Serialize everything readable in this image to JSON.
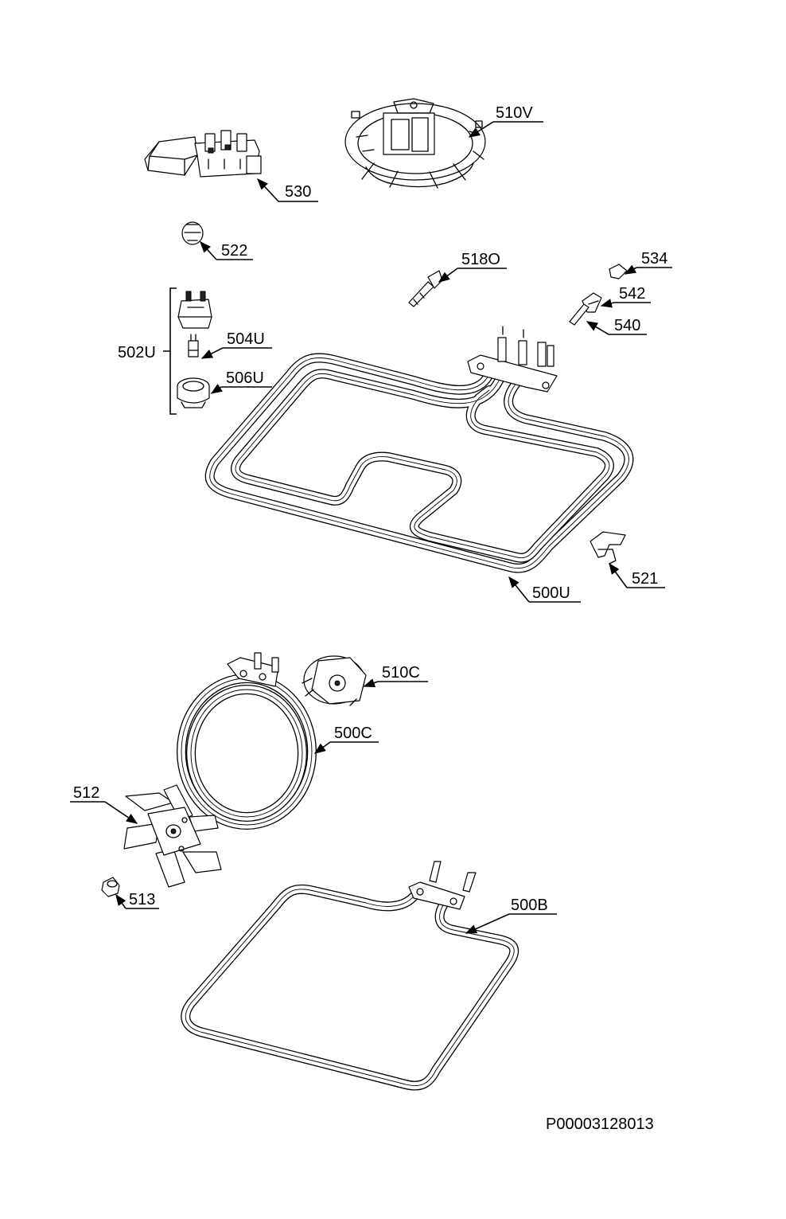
{
  "document_code": "P00003128013",
  "parts": {
    "p510V": "510V",
    "p530": "530",
    "p522": "522",
    "p518O": "518O",
    "p534": "534",
    "p542": "542",
    "p540": "540",
    "p502U": "502U",
    "p504U": "504U",
    "p506U": "506U",
    "p521": "521",
    "p500U": "500U",
    "p510C": "510C",
    "p500C": "500C",
    "p512": "512",
    "p513": "513",
    "p500B": "500B"
  }
}
